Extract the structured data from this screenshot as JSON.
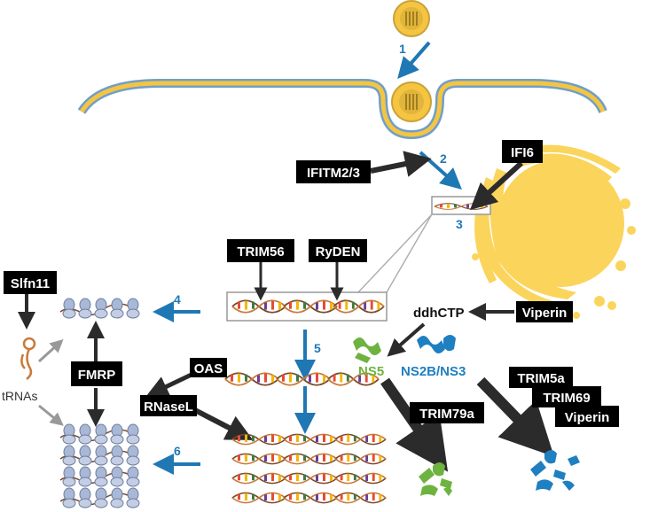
{
  "colors": {
    "step_blue": "#1f78b4",
    "ns5_green": "#6db33f",
    "ns3_blue": "#1e7fc1",
    "membrane_yellow": "#f5c542",
    "membrane_blue": "#6f9fc9",
    "er_yellow": "#fbd45c",
    "label_bg": "#000000",
    "label_fg": "#ffffff",
    "arrow_dark": "#2b2b2b",
    "arrow_gray": "#999999"
  },
  "steps": {
    "s1": "1",
    "s2": "2",
    "s3": "3",
    "s4": "4",
    "s5": "5",
    "s6": "6"
  },
  "factors": {
    "ifitm": "IFITM2/3",
    "ifi6": "IFI6",
    "trim56": "TRIM56",
    "ryden": "RyDEN",
    "slfn11": "Slfn11",
    "fmrp": "FMRP",
    "oas": "OAS",
    "rnasel": "RNaseL",
    "viperin_top": "Viperin",
    "trim5a": "TRIM5a",
    "trim69": "TRIM69",
    "viperin_bottom": "Viperin",
    "trim79a": "TRIM79a"
  },
  "molecules": {
    "ddhctp": "ddhCTP",
    "trnas": "tRNAs",
    "ns5": "NS5",
    "ns2b_ns3": "NS2B/NS3"
  },
  "icons": [
    "virus-particle",
    "plasma-membrane",
    "endosome",
    "nucleus",
    "endoplasmic-reticulum",
    "rna-strand",
    "ribosome-polysome",
    "trna",
    "ns5-protein",
    "ns2b-ns3-protease",
    "degraded-protein"
  ]
}
